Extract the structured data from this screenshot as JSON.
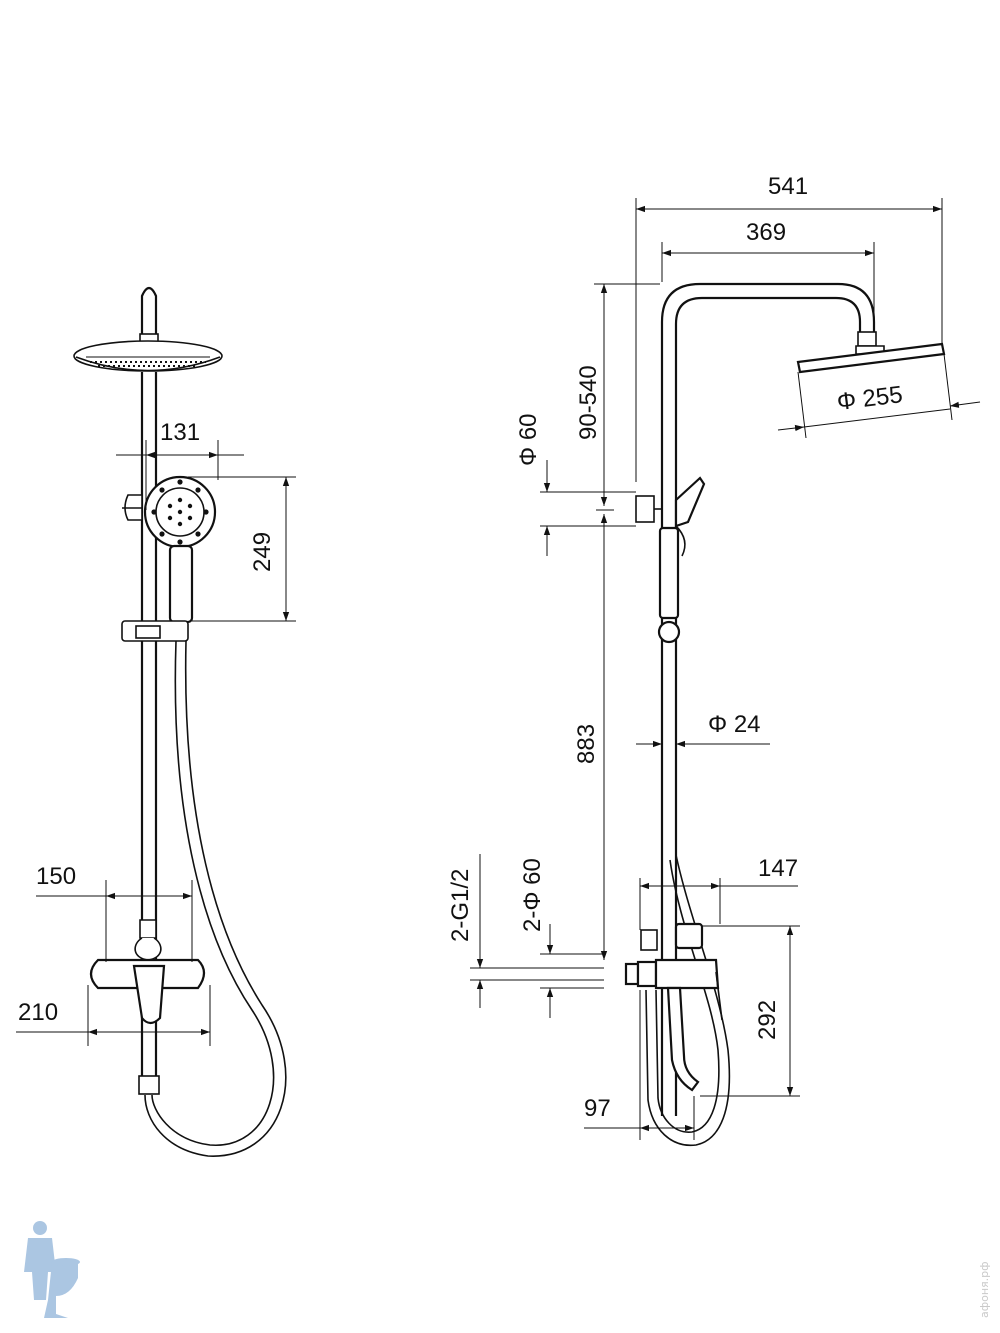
{
  "front_view": {
    "dim_handshower_width": "131",
    "dim_handshower_height": "249",
    "dim_mixer_centers": "150",
    "dim_mixer_width": "210"
  },
  "side_view": {
    "dim_total_reach": "541",
    "dim_arm_reach": "369",
    "dim_head_diameter": "Φ 255",
    "dim_height_adjust": "90-540",
    "dim_bracket_diameter": "Φ 60",
    "dim_riser_height": "883",
    "dim_pipe_diameter": "Φ 24",
    "dim_spout_reach": "147",
    "dim_flange_diameters": "2-Φ 60",
    "dim_thread": "2-G1/2",
    "dim_mixer_height": "292",
    "dim_spout_depth": "97"
  },
  "watermark": {
    "text": "афоня.рф",
    "logo": "plumber-mascot-logo"
  },
  "colors": {
    "line": "#111111",
    "background": "#ffffff",
    "logo": "#8fb3d9"
  }
}
